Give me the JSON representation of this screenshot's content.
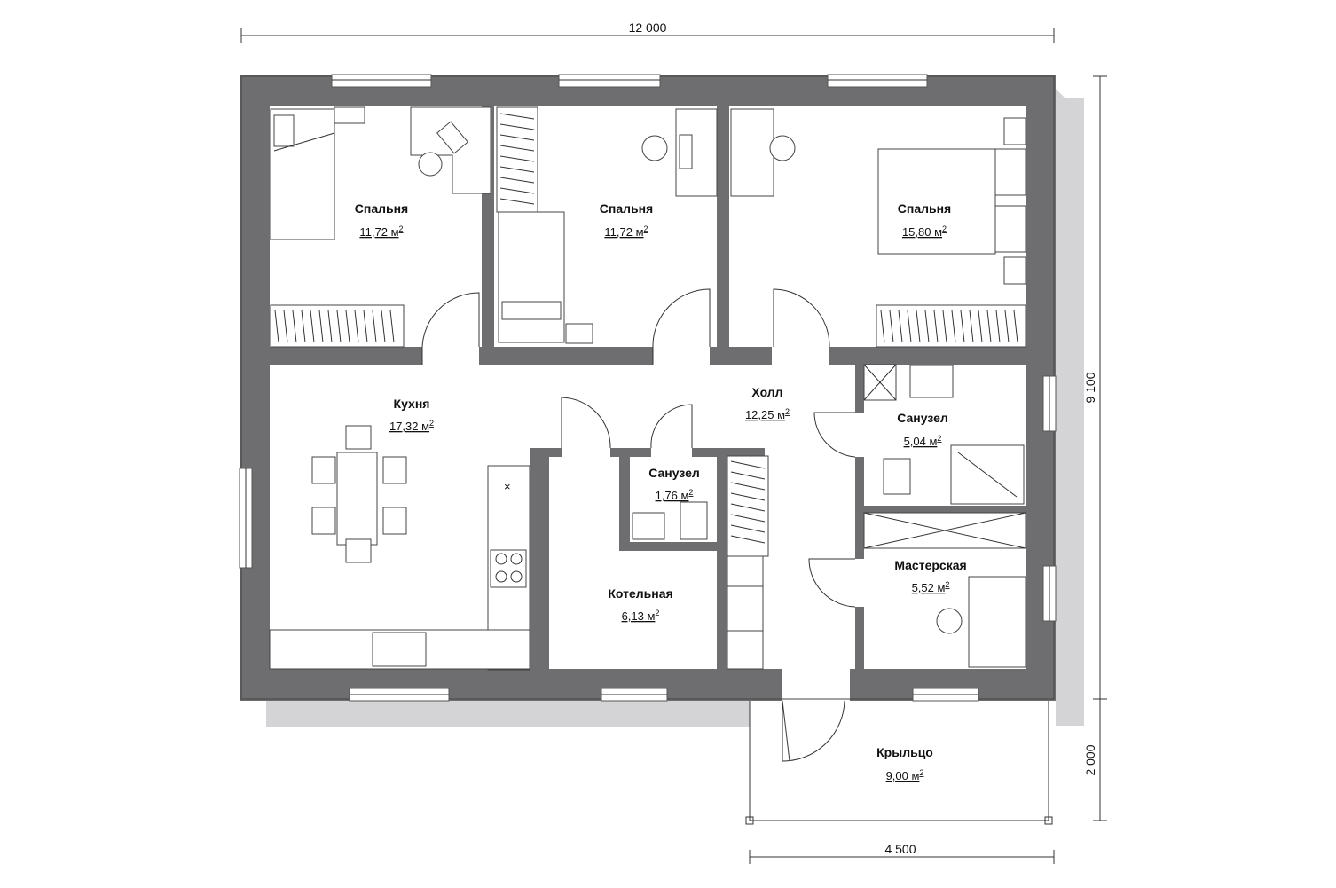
{
  "dimensions": {
    "top_width": "12 000",
    "right_height": "9 100",
    "porch_depth": "2 000",
    "porch_width": "4 500"
  },
  "rooms": {
    "bedroom_1": {
      "name": "Спальня",
      "area": "11,72 м",
      "unit_sup": "2"
    },
    "bedroom_2": {
      "name": "Спальня",
      "area": "11,72 м",
      "unit_sup": "2"
    },
    "bedroom_3": {
      "name": "Спальня",
      "area": "15,80 м",
      "unit_sup": "2"
    },
    "kitchen": {
      "name": "Кухня",
      "area": "17,32 м",
      "unit_sup": "2"
    },
    "hall": {
      "name": "Холл",
      "area": "12,25 м",
      "unit_sup": "2"
    },
    "bathroom_small": {
      "name": "Санузел",
      "area": "1,76 м",
      "unit_sup": "2"
    },
    "bathroom_large": {
      "name": "Санузел",
      "area": "5,04 м",
      "unit_sup": "2"
    },
    "boiler_room": {
      "name": "Котельная",
      "area": "6,13 м",
      "unit_sup": "2"
    },
    "workshop": {
      "name": "Мастерская",
      "area": "5,52 м",
      "unit_sup": "2"
    },
    "porch": {
      "name": "Крыльцо",
      "area": "9,00 м",
      "unit_sup": "2"
    }
  },
  "colors": {
    "wall": "#6e6e70",
    "shadow": "#d4d4d6",
    "line": "#333333"
  }
}
